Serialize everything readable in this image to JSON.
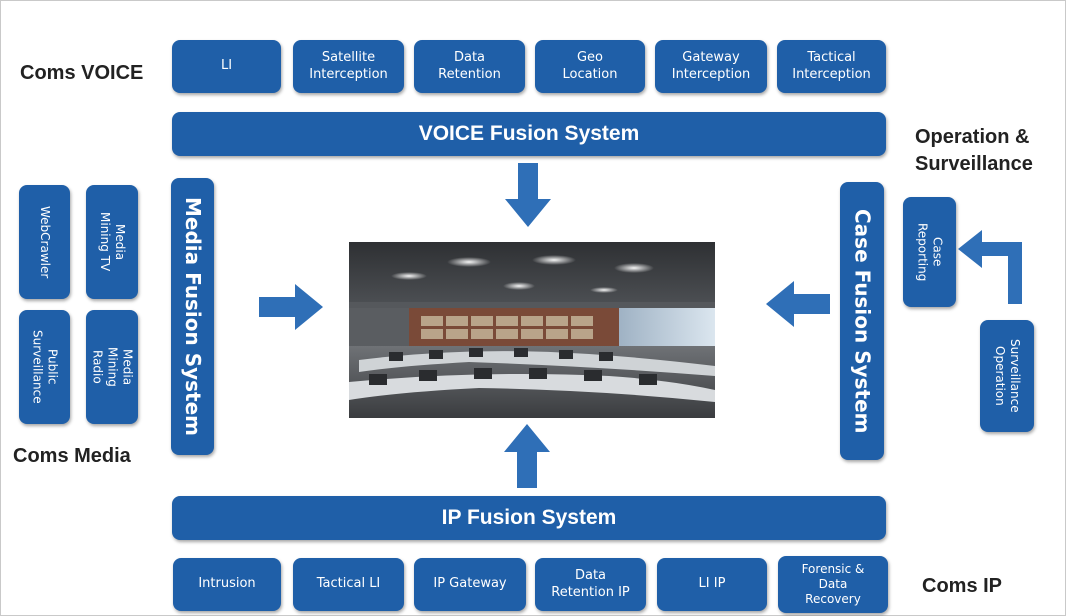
{
  "labels": {
    "coms_voice": "Coms VOICE",
    "coms_media": "Coms Media",
    "coms_ip": "Coms IP",
    "operation": "Operation &\nSurveillance"
  },
  "voice": {
    "items": [
      "LI",
      "Satellite\nInterception",
      "Data\nRetention",
      "Geo\nLocation",
      "Gateway\nInterception",
      "Tactical\nInterception"
    ],
    "bar": "VOICE Fusion System"
  },
  "ip": {
    "bar": "IP Fusion System",
    "items": [
      "Intrusion",
      "Tactical LI",
      "IP Gateway",
      "Data\nRetention IP",
      "LI IP",
      "Forensic &\nData\nRecovery"
    ]
  },
  "media": {
    "bar": "Media Fusion System",
    "items": [
      "WebCrawler",
      "Media\nMining TV",
      "Public\nSurveillance",
      "Media\nMining\nRadio"
    ]
  },
  "case": {
    "bar": "Case Fusion System",
    "items": [
      "Case\nReporting",
      "Surveillance\nOperation"
    ]
  },
  "colors": {
    "box_blue": "#1f5fa8",
    "arrow_blue": "#2f6fb7"
  }
}
